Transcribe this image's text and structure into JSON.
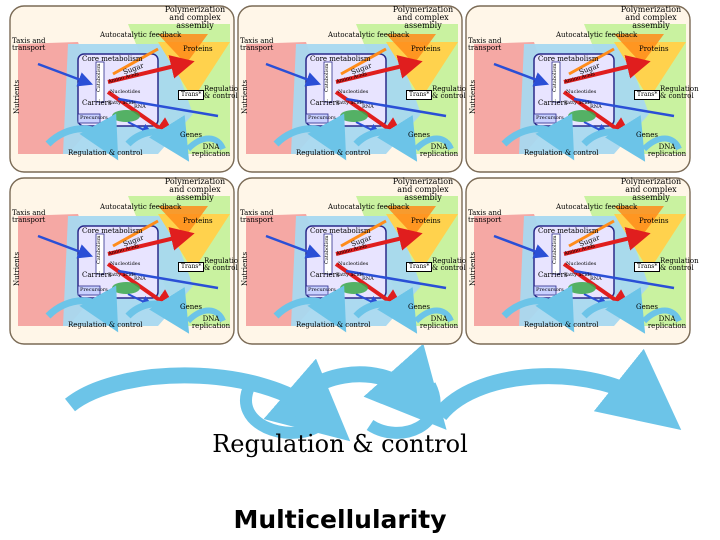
{
  "cell": {
    "polymerization": "Polymerization\nand complex\nassembly",
    "autocatalytic": "Autocatalytic feedback",
    "taxis": "Taxis and\ntransport",
    "nutrients": "Nutrients",
    "core": "Core metabolism",
    "protein": "Proteins",
    "sugar": "Sugar",
    "amino": "Amino Acids",
    "nucleotides": "Nucleotides",
    "carriers": "Carriers",
    "fatty": "Fatty acids",
    "precursors": "Precursors",
    "regulation": "Regulation\n& control",
    "genes": "Genes",
    "dna": "DNA\nreplication",
    "reg_bottom": "Regulation & control",
    "trans": "Trans*",
    "catabolism": "Catabolism",
    "rna": "RNA"
  },
  "main": {
    "regulation_title": "Regulation & control",
    "multicellularity": "Multicellularity"
  },
  "colors": {
    "cell_border": "#7a6a55",
    "salmon": "#f4a3a0",
    "lightgreen": "#c9f2a0",
    "sky": "#a8d8f0",
    "yellow": "#ffd24d",
    "orange": "#ff8c1a",
    "red": "#e01e1e",
    "blue": "#2a4fd6",
    "cyan": "#6cc4e8",
    "green": "#3aa84a"
  }
}
